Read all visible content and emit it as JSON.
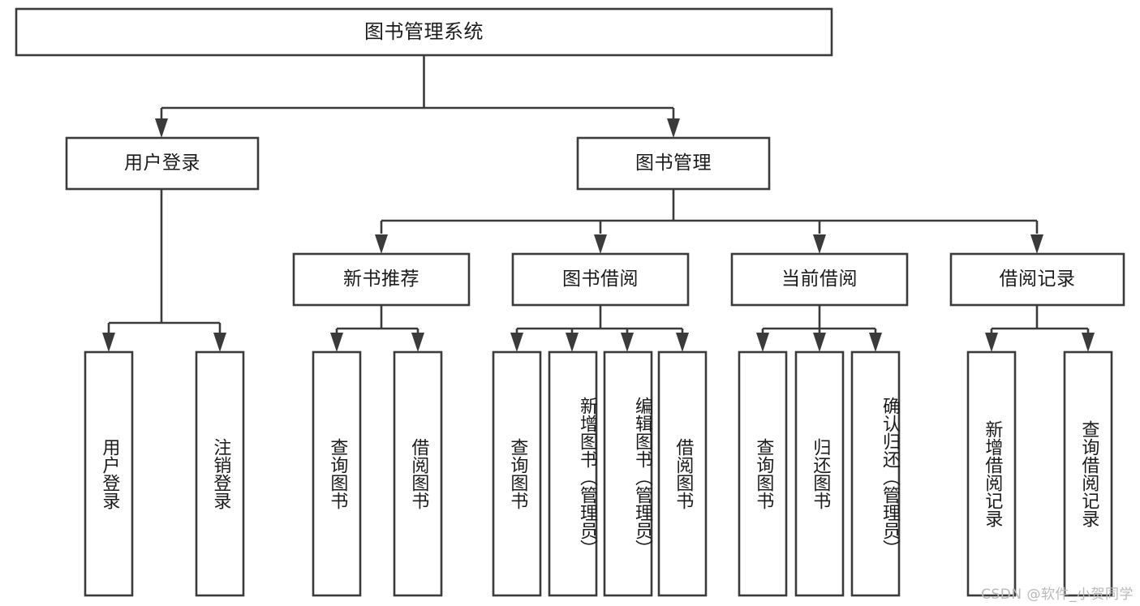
{
  "diagram": {
    "title": "图书管理系统",
    "style": {
      "box_fill": "#ffffff",
      "box_stroke": "#3b3b3b",
      "text_color": "#1b1b1b",
      "watermark_color": "#b9b9b9"
    },
    "root": {
      "label": "图书管理系统"
    },
    "level2": [
      {
        "label": "用户登录"
      },
      {
        "label": "图书管理"
      }
    ],
    "level3": [
      {
        "label": "新书推荐"
      },
      {
        "label": "图书借阅"
      },
      {
        "label": "当前借阅"
      },
      {
        "label": "借阅记录"
      }
    ],
    "leaves": {
      "user_login": [
        {
          "label": "用户登录"
        },
        {
          "label": "注销登录"
        }
      ],
      "new_book_recommend": [
        {
          "label": "查询图书"
        },
        {
          "label": "借阅图书"
        }
      ],
      "book_borrow": [
        {
          "label": "查询图书"
        },
        {
          "label": "新增图书（管理员）"
        },
        {
          "label": "编辑图书（管理员）"
        },
        {
          "label": "借阅图书"
        }
      ],
      "current_borrow": [
        {
          "label": "查询图书"
        },
        {
          "label": "归还图书"
        },
        {
          "label": "确认归还（管理员）"
        }
      ],
      "borrow_records": [
        {
          "label": "新增借阅记录"
        },
        {
          "label": "查询借阅记录"
        }
      ]
    },
    "watermark": "CSDN @软件_小贺同学"
  }
}
